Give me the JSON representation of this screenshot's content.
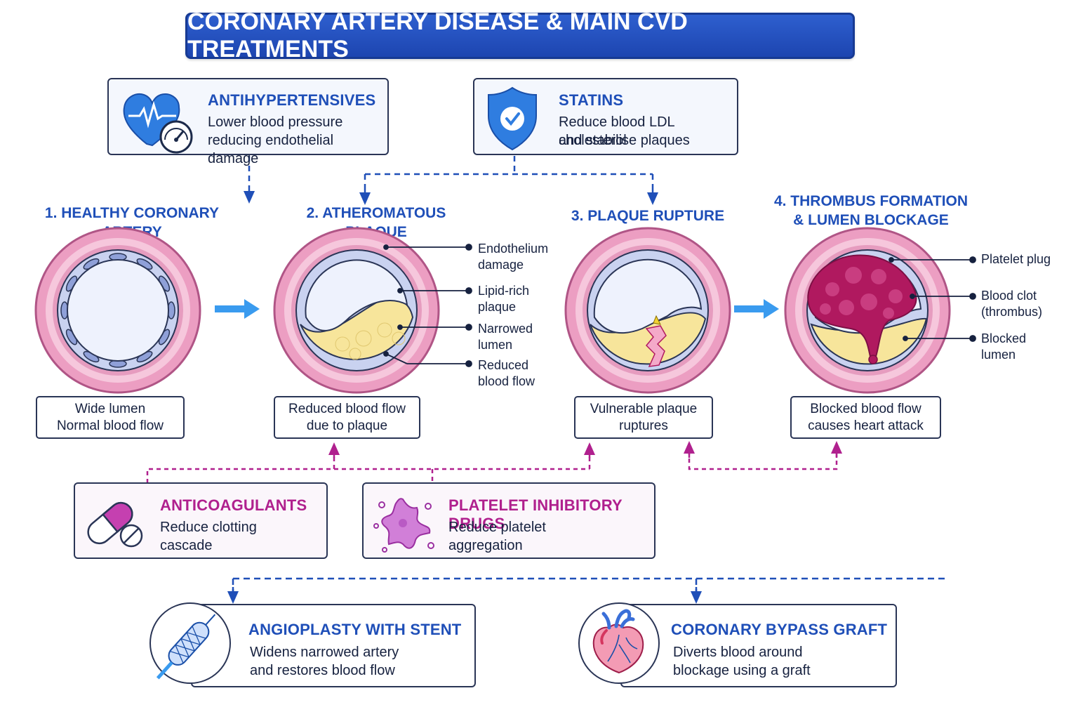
{
  "title": "CORONARY ARTERY DISEASE & MAIN CVD TREATMENTS",
  "drugs": {
    "antihypertensives": {
      "title": "ANTIHYPERTENSIVES",
      "desc_1": "Lower blood pressure",
      "desc_2": "reducing endothelial damage",
      "icon": "heart-gauge-icon"
    },
    "statins": {
      "title": "STATINS",
      "desc_1": "Reduce blood LDL cholesterol",
      "desc_2": "and stabilise plaques",
      "icon": "shield-check-icon"
    },
    "anticoagulants": {
      "title": "ANTICOAGULANTS",
      "desc_1": "Reduce clotting",
      "desc_2": "cascade",
      "icon": "capsule-pill-icon"
    },
    "platelet_inhibitors": {
      "title": "PLATELET INHIBITORY DRUGS",
      "desc_1": "Reduce platelet",
      "desc_2": "aggregation",
      "icon": "platelet-icon"
    }
  },
  "stages": [
    {
      "title_1": "1. HEALTHY CORONARY ARTERY",
      "title_2": "",
      "caption_1": "Wide lumen",
      "caption_2": "Normal blood flow"
    },
    {
      "title_1": "2. ATHEROMATOUS PLAQUE",
      "title_2": "",
      "caption_1": "Reduced blood flow",
      "caption_2": "due to plaque"
    },
    {
      "title_1": "3. PLAQUE RUPTURE",
      "title_2": "",
      "caption_1": "Vulnerable plaque",
      "caption_2": "ruptures"
    },
    {
      "title_1": "4. THROMBUS FORMATION",
      "title_2": "& LUMEN BLOCKAGE",
      "caption_1": "Blocked blood flow",
      "caption_2": "causes heart attack"
    }
  ],
  "plaque_labels": [
    {
      "line_1": "Endothelium",
      "line_2": "damage"
    },
    {
      "line_1": "Lipid-rich",
      "line_2": "plaque"
    },
    {
      "line_1": "Narrowed",
      "line_2": "lumen"
    },
    {
      "line_1": "Reduced",
      "line_2": "blood flow"
    }
  ],
  "thrombus_labels": [
    {
      "line_1": "Platelet plug",
      "line_2": ""
    },
    {
      "line_1": "Blood clot",
      "line_2": "(thrombus)"
    },
    {
      "line_1": "Blocked",
      "line_2": "lumen"
    }
  ],
  "surgery": {
    "angioplasty": {
      "title": "ANGIOPLASTY WITH STENT",
      "desc_1": "Widens narrowed artery",
      "desc_2": "and restores blood flow",
      "icon": "stent-balloon-icon"
    },
    "bypass": {
      "title": "CORONARY BYPASS GRAFT",
      "desc_1": "Diverts blood around",
      "desc_2": "blockage using a graft",
      "icon": "heart-icon"
    }
  },
  "colors": {
    "primary_blue": "#1f4fb8",
    "magenta": "#b0208e",
    "artery_pink": "#ec9ec2",
    "plaque_yellow": "#f7e59b",
    "clot_crimson": "#b0195f",
    "arrow_blue": "#3a9bef"
  }
}
